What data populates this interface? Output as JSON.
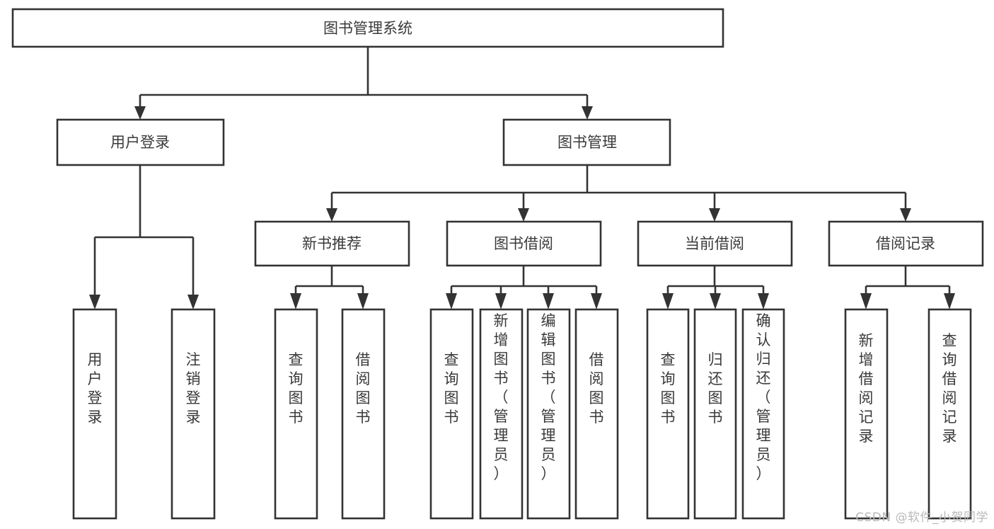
{
  "diagram": {
    "type": "tree-hierarchy-chart",
    "title": "图书管理系统",
    "watermark": "CSDN @软件_小贺同学",
    "colors": {
      "background": "#ffffff",
      "box_stroke": "#333333",
      "connector": "#333333",
      "text": "#3a3a3a",
      "watermark": "#b9b9b9"
    },
    "nodes": {
      "root": {
        "label": "图书管理系统",
        "level": 1,
        "orientation": "horizontal"
      },
      "level2": [
        {
          "id": "user-login",
          "label": "用户登录",
          "orientation": "horizontal"
        },
        {
          "id": "book-management",
          "label": "图书管理",
          "orientation": "horizontal"
        }
      ],
      "level3": [
        {
          "id": "new-book-recommend",
          "label": "新书推荐",
          "orientation": "horizontal"
        },
        {
          "id": "book-borrow",
          "label": "图书借阅",
          "orientation": "horizontal"
        },
        {
          "id": "current-borrow",
          "label": "当前借阅",
          "orientation": "horizontal"
        },
        {
          "id": "borrow-record",
          "label": "借阅记录",
          "orientation": "horizontal"
        }
      ],
      "leaves": [
        {
          "id": "leaf-user-login",
          "label": "用户登录",
          "parent": "user-login",
          "orientation": "vertical"
        },
        {
          "id": "leaf-logout-login",
          "label": "注销登录",
          "parent": "user-login",
          "orientation": "vertical"
        },
        {
          "id": "leaf-query-book-1",
          "label": "查询图书",
          "parent": "new-book-recommend",
          "orientation": "vertical"
        },
        {
          "id": "leaf-borrow-book-1",
          "label": "借阅图书",
          "parent": "new-book-recommend",
          "orientation": "vertical"
        },
        {
          "id": "leaf-query-book-2",
          "label": "查询图书",
          "parent": "book-borrow",
          "orientation": "vertical"
        },
        {
          "id": "leaf-add-book",
          "label": "新增图书（管理员）",
          "parent": "book-borrow",
          "orientation": "vertical"
        },
        {
          "id": "leaf-edit-book",
          "label": "编辑图书（管理员）",
          "parent": "book-borrow",
          "orientation": "vertical"
        },
        {
          "id": "leaf-borrow-book-2",
          "label": "借阅图书",
          "parent": "book-borrow",
          "orientation": "vertical"
        },
        {
          "id": "leaf-query-book-3",
          "label": "查询图书",
          "parent": "current-borrow",
          "orientation": "vertical"
        },
        {
          "id": "leaf-return-book",
          "label": "归还图书",
          "parent": "current-borrow",
          "orientation": "vertical"
        },
        {
          "id": "leaf-confirm-return",
          "label": "确认归还（管理员）",
          "parent": "current-borrow",
          "orientation": "vertical"
        },
        {
          "id": "leaf-add-record",
          "label": "新增借阅记录",
          "parent": "borrow-record",
          "orientation": "vertical"
        },
        {
          "id": "leaf-query-record",
          "label": "查询借阅记录",
          "parent": "borrow-record",
          "orientation": "vertical"
        }
      ]
    }
  }
}
